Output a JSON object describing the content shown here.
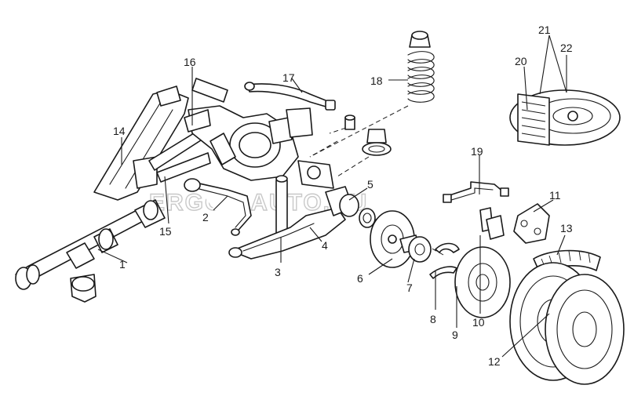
{
  "watermark": "ERGON AUTO.RU",
  "callouts": [
    {
      "id": "1",
      "label": "1"
    },
    {
      "id": "2",
      "label": "2"
    },
    {
      "id": "3",
      "label": "3"
    },
    {
      "id": "4",
      "label": "4"
    },
    {
      "id": "5",
      "label": "5"
    },
    {
      "id": "6",
      "label": "6"
    },
    {
      "id": "7",
      "label": "7"
    },
    {
      "id": "8",
      "label": "8"
    },
    {
      "id": "9",
      "label": "9"
    },
    {
      "id": "10",
      "label": "10"
    },
    {
      "id": "11",
      "label": "11"
    },
    {
      "id": "12",
      "label": "12"
    },
    {
      "id": "13",
      "label": "13"
    },
    {
      "id": "14",
      "label": "14"
    },
    {
      "id": "15",
      "label": "15"
    },
    {
      "id": "16",
      "label": "16"
    },
    {
      "id": "17",
      "label": "17"
    },
    {
      "id": "18",
      "label": "18"
    },
    {
      "id": "19",
      "label": "19"
    },
    {
      "id": "20",
      "label": "20"
    },
    {
      "id": "21",
      "label": "21"
    },
    {
      "id": "22",
      "label": "22"
    }
  ]
}
